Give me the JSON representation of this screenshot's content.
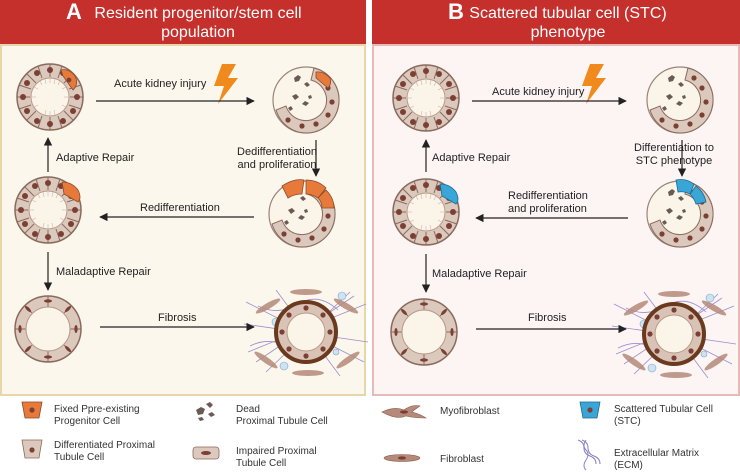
{
  "colors": {
    "header_red": "#c6302c",
    "panel_a_bg": "#fcf7ec",
    "panel_a_border": "#e8d6a8",
    "panel_b_bg": "#fdf4f4",
    "panel_b_border": "#e8b9b9",
    "arrow": "#222222",
    "lightning": "#f08a1c"
  },
  "panel_a": {
    "letter": "A",
    "title_line1": "Resident progenitor/stem cell",
    "title_line2": "population",
    "labels": {
      "acute_injury": "Acute kidney injury",
      "dediff_1": "Dedifferentiation",
      "dediff_2": "and proliferation",
      "adaptive": "Adaptive Repair",
      "rediff": "Redifferentiation",
      "maladaptive": "Maladaptive Repair",
      "fibrosis": "Fibrosis"
    }
  },
  "panel_b": {
    "letter": "B",
    "title_line1": "Scattered tubular cell (STC)",
    "title_line2": "phenotype",
    "labels": {
      "acute_injury": "Acute kidney injury",
      "diff_1": "Differentiation to",
      "diff_2": "STC phenotype",
      "adaptive": "Adaptive Repair",
      "rediff_1": "Redifferentiation",
      "rediff_2": "and proliferation",
      "maladaptive": "Maladaptive Repair",
      "fibrosis": "Fibrosis"
    }
  },
  "legend": {
    "fixed_1": "Fixed Ppre-existing",
    "fixed_2": "Progenitor Cell",
    "dead_1": "Dead",
    "dead_2": "Proximal Tubule Cell",
    "myofibroblast": "Myofibroblast",
    "stc_1": "Scattered Tubular Cell",
    "stc_2": "(STC)",
    "diff_1": "Differentiated Proximal",
    "diff_2": "Tubule Cell",
    "impaired_1": "Impaired Proximal",
    "impaired_2": "Tubule Cell",
    "fibroblast": "Fibroblast",
    "ecm_1": "Extracellular Matrix",
    "ecm_2": "(ECM)"
  }
}
